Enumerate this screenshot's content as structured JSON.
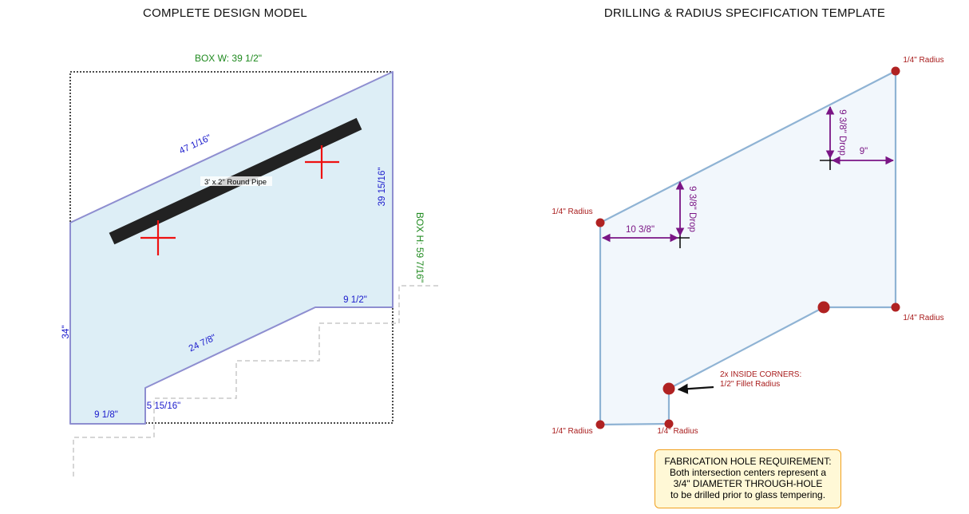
{
  "left_panel": {
    "title": "COMPLETE DESIGN MODEL",
    "box_width_label": "BOX W: 39 1/2\"",
    "box_height_label": "BOX H: 59 7/16\"",
    "pipe_label": "3' x 2\" Round Pipe",
    "dimensions": {
      "top_edge": "47 1/16\"",
      "right_edge": "39 15/16\"",
      "left_edge": "34\"",
      "step_top": "9 1/2\"",
      "diagonal_bottom": "24 7/8\"",
      "step_riser": "5 15/16\"",
      "bottom_edge": "9 1/8\""
    },
    "colors": {
      "glass_fill": "#ddeef6",
      "glass_outline": "#8e8ed0",
      "pipe": "#222222",
      "crosshair": "#ee1111",
      "dimension_text": "#1a1acc",
      "box_text": "#1f8a1f"
    }
  },
  "right_panel": {
    "title": "DRILLING & RADIUS SPECIFICATION TEMPLATE",
    "radius_labels": {
      "top_right": "1/4\" Radius",
      "left_top": "1/4\" Radius",
      "right_mid": "1/4\" Radius",
      "bottom_left": "1/4\" Radius",
      "bottom_mid": "1/4\" Radius"
    },
    "inside_corners_line1": "2x INSIDE CORNERS:",
    "inside_corners_line2": "1/2\" Fillet Radius",
    "hole1": {
      "horizontal": "10 3/8\"",
      "vertical": "9 3/8\" Drop"
    },
    "hole2": {
      "horizontal": "9\"",
      "vertical": "9 3/8\" Drop"
    },
    "note": {
      "line1": "FABRICATION HOLE REQUIREMENT:",
      "line2": "Both intersection centers represent a",
      "line3": "3/4\" DIAMETER THROUGH-HOLE",
      "line4": "to be drilled prior to glass tempering."
    },
    "colors": {
      "glass_fill": "#f2f7fc",
      "glass_outline": "#8fb3d4",
      "corner_dot": "#b02222",
      "dimension": "#7a1585",
      "note_bg": "#fff8d6",
      "note_border": "#f0a020"
    }
  }
}
